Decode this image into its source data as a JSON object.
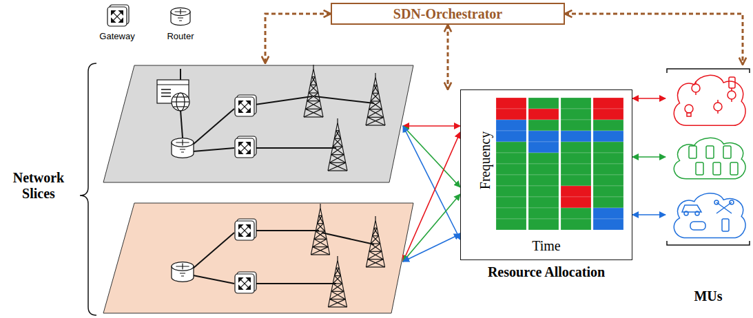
{
  "diagram": {
    "nodes": [
      {
        "text": [
          "SDN-Orchestrator"
        ]
      },
      {
        "text": [
          "Network Slices"
        ]
      },
      {
        "text": [
          "Frequency",
          "Time",
          "Resource Allocation"
        ]
      },
      {
        "text": [
          "MUs"
        ]
      }
    ],
    "edges": [
      {
        "from": 0,
        "to": 1,
        "arrow": "both"
      },
      {
        "from": 0,
        "to": 2,
        "arrow": "both"
      },
      {
        "from": 0,
        "to": 3,
        "arrow": "both"
      },
      {
        "from": 1,
        "to": 2,
        "arrow": "both"
      },
      {
        "from": 1,
        "to": 2,
        "arrow": "both"
      },
      {
        "from": 1,
        "to": 2,
        "arrow": "both"
      },
      {
        "from": 1,
        "to": 2,
        "arrow": "both"
      },
      {
        "from": 1,
        "to": 2,
        "arrow": "both"
      },
      {
        "from": 1,
        "to": 2,
        "arrow": "both"
      },
      {
        "from": 2,
        "to": 3,
        "arrow": "both"
      },
      {
        "from": 2,
        "to": 3,
        "arrow": "both"
      },
      {
        "from": 2,
        "to": 3,
        "arrow": "both"
      }
    ],
    "legend": [
      {
        "text": "Gateway"
      },
      {
        "text": "Router"
      }
    ]
  }
}
